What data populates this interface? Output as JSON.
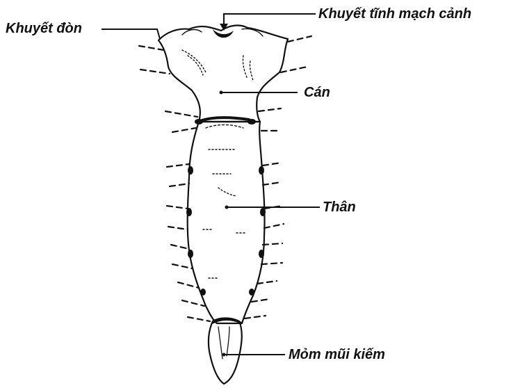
{
  "labels": {
    "clavicular_notch": "Khuyết đòn",
    "jugular_notch": "Khuyết tĩnh mạch cảnh",
    "manubrium": "Cán",
    "body": "Thân",
    "xiphoid": "Mỏm mũi kiếm"
  },
  "colors": {
    "ink": "#111111",
    "paper": "#ffffff"
  }
}
